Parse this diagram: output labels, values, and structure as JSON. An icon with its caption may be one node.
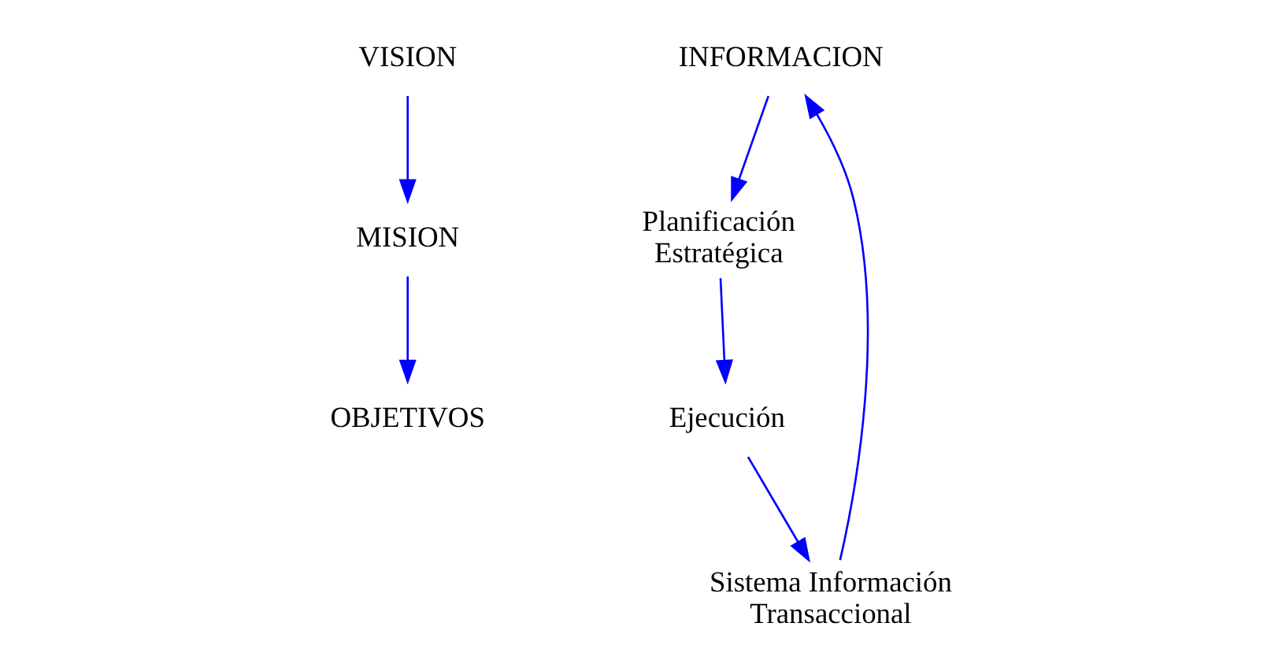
{
  "diagram": {
    "nodes": [
      {
        "text": [
          "VISION"
        ]
      },
      {
        "text": [
          "MISION"
        ]
      },
      {
        "text": [
          "OBJETIVOS"
        ]
      },
      {
        "text": [
          "INFORMACION"
        ]
      },
      {
        "text": [
          "Planificación Estratégica"
        ]
      },
      {
        "text": [
          "Ejecución"
        ]
      },
      {
        "text": [
          "Sistema Información Transaccional"
        ]
      }
    ],
    "edges": [
      {
        "from": 0,
        "to": 1,
        "arrow": "to"
      },
      {
        "from": 1,
        "to": 2,
        "arrow": "to"
      },
      {
        "from": 3,
        "to": 4,
        "arrow": "to"
      },
      {
        "from": 4,
        "to": 5,
        "arrow": "to"
      },
      {
        "from": 5,
        "to": 6,
        "arrow": "to"
      },
      {
        "from": 6,
        "to": 3,
        "arrow": "to"
      }
    ]
  }
}
